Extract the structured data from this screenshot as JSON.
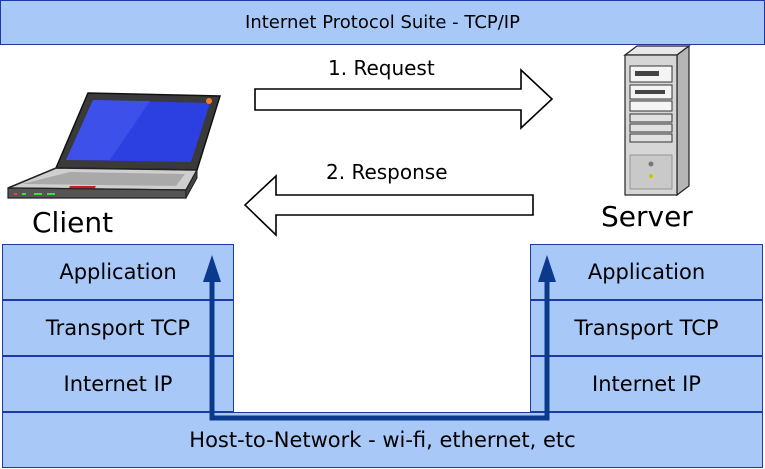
{
  "title": "Internet Protocol Suite - TCP/IP",
  "arrows": {
    "request": "1. Request",
    "response": "2. Response"
  },
  "client": {
    "label": "Client",
    "layers": [
      "Application",
      "Transport TCP",
      "Internet IP"
    ]
  },
  "server": {
    "label": "Server",
    "layers": [
      "Application",
      "Transport TCP",
      "Internet IP"
    ]
  },
  "network": "Host-to-Network - wi-fi, ethernet, etc",
  "colors": {
    "layer_fill": "#a8c8f8",
    "layer_border": "#1b3aa6",
    "path_arrow": "#0b3a8c"
  },
  "icons": {
    "client": "laptop-icon",
    "server": "server-tower-icon"
  }
}
